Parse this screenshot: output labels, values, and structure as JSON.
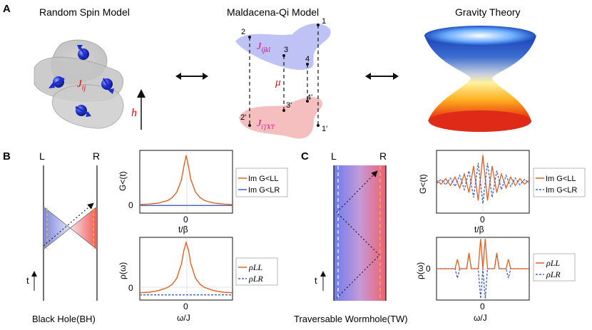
{
  "panel_a": {
    "label": "A",
    "spin": {
      "title": "Random Spin Model",
      "coupling": "J",
      "coupling_sub": "ij",
      "field": "h"
    },
    "mq": {
      "title": "Maldacena-Qi Model",
      "top_coupling": "J",
      "top_sub": "ijkl",
      "bottom_coupling": "J",
      "bottom_sub": "i'j'k'l'",
      "mu": "μ",
      "top_points": [
        "1",
        "2",
        "3",
        "4"
      ],
      "bottom_points": [
        "1'",
        "2'",
        "3'",
        "4'"
      ]
    },
    "gravity": {
      "title": "Gravity Theory"
    }
  },
  "panel_b": {
    "label": "B",
    "L": "L",
    "R": "R",
    "t": "t",
    "caption": "Black Hole(BH)",
    "colors": {
      "left": "#8a8fe0",
      "right": "#f07070",
      "dashed": "#f0c020"
    },
    "top_plot": {
      "ylabel": "G<(t)",
      "xlabel": "t/β",
      "xtick": "0",
      "ytick": "0",
      "legend": [
        {
          "label": "Im G<LL",
          "color": "#e06020",
          "style": "solid"
        },
        {
          "label": "Im G<LR",
          "color": "#4060c0",
          "style": "solid"
        }
      ]
    },
    "bottom_plot": {
      "ylabel": "ρ(ω)",
      "xlabel": "ω/J",
      "xtick": "0",
      "ytick": "0",
      "legend": [
        {
          "label": "ρLL",
          "color": "#e06020",
          "style": "solid"
        },
        {
          "label": "ρLR",
          "color": "#4060c0",
          "style": "dashed"
        }
      ]
    }
  },
  "panel_c": {
    "label": "C",
    "L": "L",
    "R": "R",
    "t": "t",
    "caption": "Traversable Wormhole(TW)",
    "top_plot": {
      "ylabel": "G<(t)",
      "xlabel": "t/β",
      "xtick": "0",
      "legend": [
        {
          "label": "Im G<LL",
          "color": "#e06020",
          "style": "solid"
        },
        {
          "label": "Im G<LR",
          "color": "#4060c0",
          "style": "dashed"
        }
      ]
    },
    "bottom_plot": {
      "ylabel": "ρ(ω)",
      "xlabel": "ω/J",
      "xtick": "0",
      "ytick": "0",
      "legend": [
        {
          "label": "ρLL",
          "color": "#e06020",
          "style": "solid"
        },
        {
          "label": "ρLR",
          "color": "#4060c0",
          "style": "dashed"
        }
      ]
    }
  },
  "chart_data": [
    {
      "type": "line",
      "title": "",
      "xlabel": "t/β",
      "ylabel": "G<(t)",
      "xlim": [
        -1,
        1
      ],
      "ylim": [
        -0.15,
        1.1
      ],
      "x": [
        -1,
        -0.8,
        -0.6,
        -0.4,
        -0.3,
        -0.2,
        -0.1,
        -0.05,
        0,
        0.05,
        0.1,
        0.2,
        0.3,
        0.4,
        0.6,
        0.8,
        1
      ],
      "series": [
        {
          "name": "Im G<LL",
          "values": [
            0.02,
            0.03,
            0.05,
            0.1,
            0.16,
            0.27,
            0.52,
            0.78,
            1.0,
            0.78,
            0.52,
            0.27,
            0.16,
            0.1,
            0.05,
            0.03,
            0.02
          ]
        },
        {
          "name": "Im G<LR",
          "values": [
            0,
            0,
            0,
            0,
            0,
            0,
            0,
            0,
            0,
            0,
            0,
            0,
            0,
            0,
            0,
            0,
            0
          ]
        }
      ]
    },
    {
      "type": "line",
      "title": "",
      "xlabel": "ω/J",
      "ylabel": "ρ(ω)",
      "xlim": [
        -1,
        1
      ],
      "ylim": [
        -0.1,
        1.1
      ],
      "x": [
        -1,
        -0.8,
        -0.6,
        -0.4,
        -0.3,
        -0.2,
        -0.1,
        -0.05,
        0,
        0.05,
        0.1,
        0.2,
        0.3,
        0.4,
        0.6,
        0.8,
        1
      ],
      "series": [
        {
          "name": "ρLL",
          "values": [
            0.04,
            0.05,
            0.08,
            0.14,
            0.2,
            0.32,
            0.6,
            0.85,
            1.0,
            0.85,
            0.6,
            0.32,
            0.2,
            0.14,
            0.08,
            0.05,
            0.04
          ]
        },
        {
          "name": "ρLR",
          "values": [
            0,
            0,
            0,
            0,
            0,
            0,
            0,
            0,
            0,
            0,
            0,
            0,
            0,
            0,
            0,
            0,
            0
          ]
        }
      ]
    },
    {
      "type": "line",
      "title": "",
      "xlabel": "t/β",
      "ylabel": "G<(t)",
      "xlim": [
        -1,
        1
      ],
      "ylim": [
        -1,
        1
      ],
      "x": [
        -1,
        -0.9,
        -0.8,
        -0.7,
        -0.6,
        -0.5,
        -0.4,
        -0.3,
        -0.2,
        -0.1,
        0,
        0.1,
        0.2,
        0.3,
        0.4,
        0.5,
        0.6,
        0.7,
        0.8,
        0.9,
        1
      ],
      "series": [
        {
          "name": "Im G<LL",
          "values": [
            0.05,
            -0.08,
            0.1,
            -0.12,
            0.15,
            -0.2,
            0.25,
            -0.35,
            0.5,
            -0.6,
            0.85,
            -0.6,
            0.5,
            -0.35,
            0.25,
            -0.2,
            0.15,
            -0.12,
            0.1,
            -0.08,
            0.05
          ]
        },
        {
          "name": "Im G<LR",
          "values": [
            -0.05,
            0.08,
            -0.1,
            0.12,
            -0.15,
            0.2,
            -0.25,
            0.35,
            -0.5,
            0.6,
            -0.7,
            0.6,
            -0.5,
            0.35,
            -0.25,
            0.2,
            -0.15,
            0.12,
            -0.1,
            0.08,
            -0.05
          ]
        }
      ]
    },
    {
      "type": "line",
      "title": "",
      "xlabel": "ω/J",
      "ylabel": "ρ(ω)",
      "xlim": [
        -1,
        1
      ],
      "ylim": [
        -1,
        1
      ],
      "x": [
        -1,
        -0.6,
        -0.55,
        -0.5,
        -0.35,
        -0.3,
        -0.25,
        -0.1,
        -0.05,
        0,
        0.05,
        0.1,
        0.25,
        0.3,
        0.35,
        0.5,
        0.55,
        0.6,
        1
      ],
      "series": [
        {
          "name": "ρLL",
          "values": [
            0,
            0,
            0.3,
            0,
            0,
            0.5,
            0,
            0,
            0.95,
            0,
            0.95,
            0,
            0,
            0.5,
            0,
            0,
            0.3,
            0,
            0
          ]
        },
        {
          "name": "ρLR",
          "values": [
            0,
            0,
            -0.3,
            0,
            0,
            0.5,
            0,
            0,
            -0.95,
            0,
            -0.95,
            0,
            0,
            0.5,
            0,
            0,
            -0.3,
            0,
            0
          ]
        }
      ]
    }
  ]
}
